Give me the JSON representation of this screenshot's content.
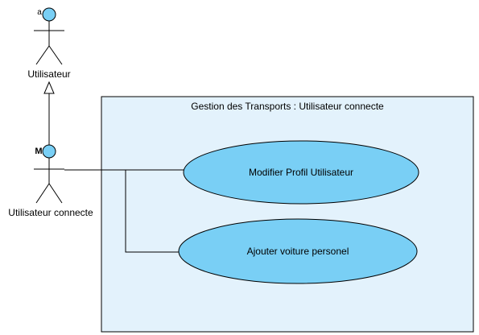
{
  "colors": {
    "background": "#ffffff",
    "stroke": "#000000",
    "system_fill": "#e3f2fc",
    "usecase_fill": "#79cff5",
    "actor_head_fill": "#79cff5"
  },
  "system": {
    "title": "Gestion des Transports : Utilisateur connecte"
  },
  "actors": [
    {
      "id": "utilisateur",
      "name": "Utilisateur",
      "badge": "a"
    },
    {
      "id": "utilisateur-connecte",
      "name": "Utilisateur connecte",
      "badge": "M"
    }
  ],
  "use_cases": [
    {
      "id": "modifier-profil",
      "label": "Modifier Profil Utilisateur"
    },
    {
      "id": "ajouter-voiture",
      "label": "Ajouter voiture personel"
    }
  ],
  "relations": [
    {
      "type": "generalization",
      "from": "utilisateur-connecte",
      "to": "utilisateur"
    },
    {
      "type": "association",
      "from": "utilisateur-connecte",
      "to": "modifier-profil"
    },
    {
      "type": "association",
      "from": "utilisateur-connecte",
      "to": "ajouter-voiture"
    }
  ]
}
